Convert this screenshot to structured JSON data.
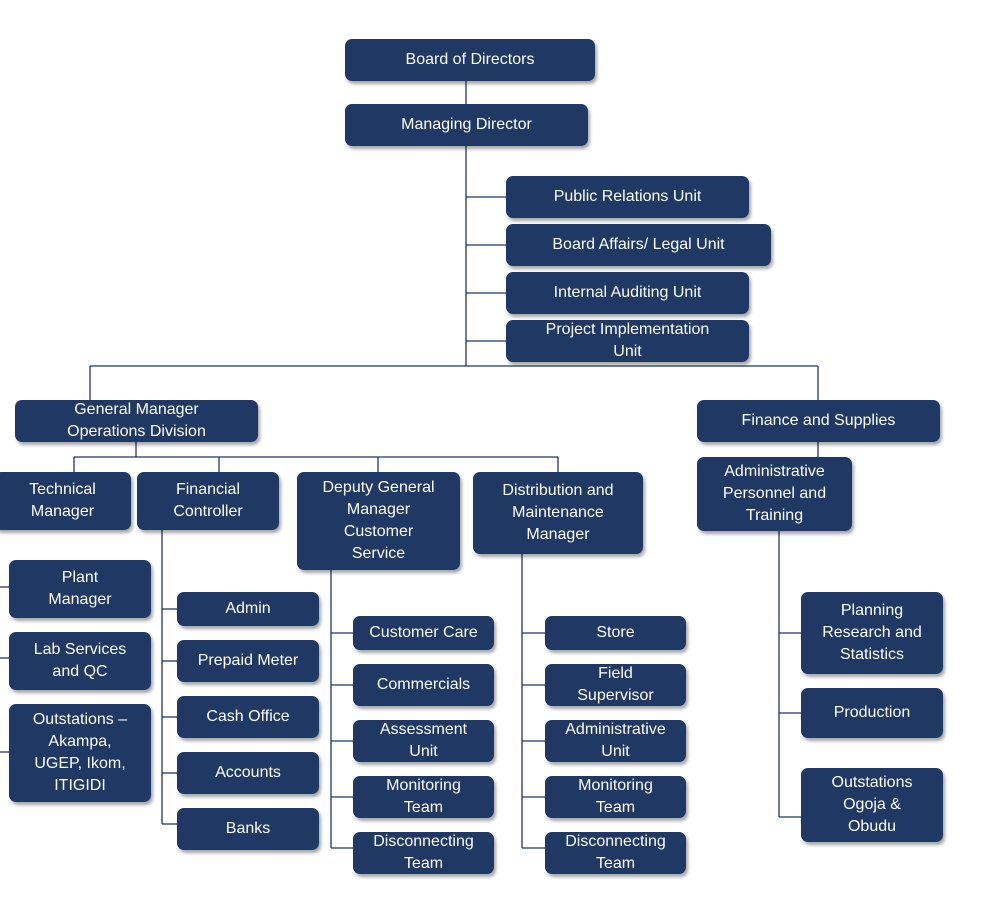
{
  "colors": {
    "box": "#1f3864",
    "text": "#ffffff",
    "connector": "#1f3864"
  },
  "org_chart": {
    "board": "Board of Directors",
    "md": "Managing Director",
    "md_units": [
      "Public Relations Unit",
      "Board Affairs/ Legal Unit",
      "Internal Auditing Unit",
      "Project Implementation\nUnit"
    ],
    "gm_ops": "General Manager\nOperations Division",
    "finance": "Finance and Supplies",
    "admin_personnel": "Administrative\nPersonnel and\nTraining",
    "technical_manager": "Technical\nManager",
    "technical_units": [
      "Plant\nManager",
      "Lab Services\nand QC",
      "Outstations –\nAkampa,\nUGEP, Ikom,\nITIGIDI"
    ],
    "financial_controller": "Financial\nController",
    "financial_units": [
      "Admin",
      "Prepaid Meter",
      "Cash Office",
      "Accounts",
      "Banks"
    ],
    "dgm_customer": "Deputy General\nManager\nCustomer\nService",
    "customer_units": [
      "Customer Care",
      "Commercials",
      "Assessment\nUnit",
      "Monitoring\nTeam",
      "Disconnecting\nTeam"
    ],
    "distribution_manager": "Distribution and\nMaintenance\nManager",
    "distribution_units": [
      "Store",
      "Field\nSupervisor",
      "Administrative\nUnit",
      "Monitoring\nTeam",
      "Disconnecting\nTeam"
    ],
    "admin_units": [
      "Planning\nResearch and\nStatistics",
      "Production",
      "Outstations\nOgoja &\nObudu"
    ]
  }
}
